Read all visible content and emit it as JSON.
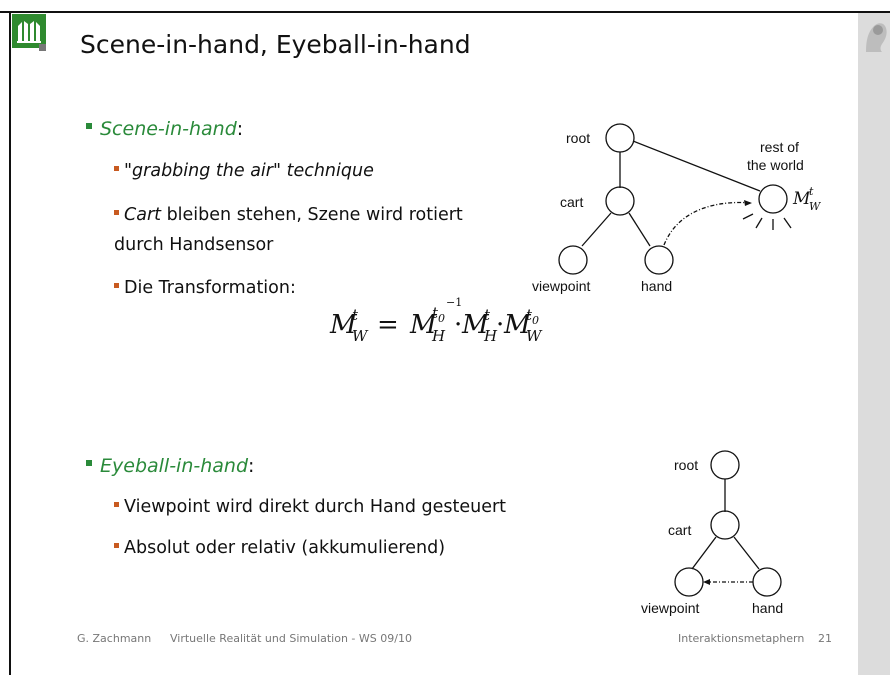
{
  "slide": {
    "title": "Scene-in-hand, Eyeball-in-hand",
    "scene_in_hand": {
      "heading": "Scene-in-hand",
      "heading_suffix": ":",
      "item1": "\"grabbing the air\" technique",
      "item2_em": "Cart",
      "item2_rest": " bleiben stehen, Szene wird rotiert",
      "item2_line2": "durch Handsensor",
      "item3": "Die Transformation:"
    },
    "formula": {
      "lhs": "M",
      "lhs_sup": "t",
      "lhs_sub": "W",
      "equals": "=",
      "f1": "M",
      "f1_sup": "t",
      "f1_sup_sub": "0",
      "f1_exp": "−1",
      "f1_sub": "H",
      "dot1": "·",
      "f2": "M",
      "f2_sup": "t",
      "f2_sub": "H",
      "dot2": "·",
      "f3": "M",
      "f3_sup": "t",
      "f3_sup_sub": "0",
      "f3_sub": "W"
    },
    "eyeball_in_hand": {
      "heading": "Eyeball-in-hand",
      "heading_suffix": ":",
      "item1": "Viewpoint wird direkt durch Hand gesteuert",
      "item2": "Absolut oder relativ (akkumulierend)"
    },
    "diagram1": {
      "root": "root",
      "cart": "cart",
      "viewpoint": "viewpoint",
      "hand": "hand",
      "rest_line1": "rest of",
      "rest_line2": "the world",
      "mw": "M",
      "mw_sup": "t",
      "mw_sub": "W"
    },
    "diagram2": {
      "root": "root",
      "cart": "cart",
      "viewpoint": "viewpoint",
      "hand": "hand"
    },
    "footer": {
      "author": "G. Zachmann",
      "course": "Virtuelle Realität und Simulation  - WS 09/10",
      "topic": "Interaktionsmetaphern",
      "page": "21"
    }
  }
}
